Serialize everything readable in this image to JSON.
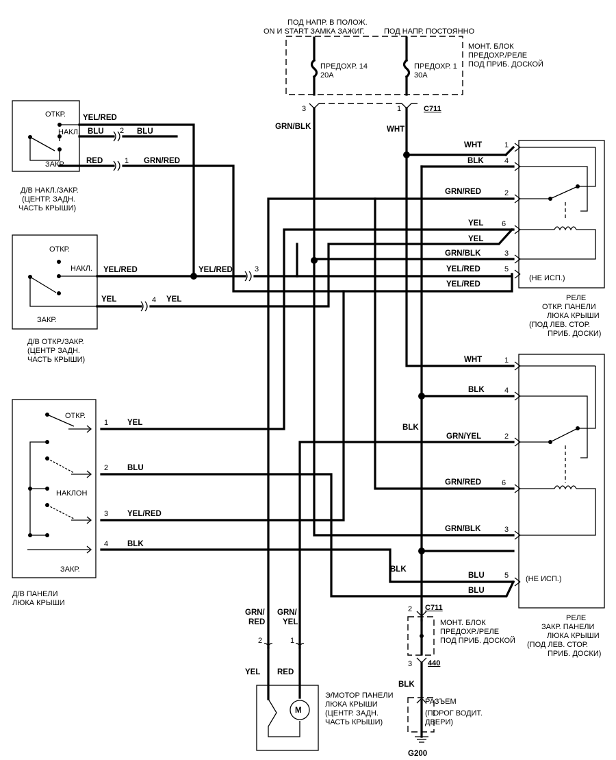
{
  "fuse_block": {
    "source_ign": [
      "ПОД НАПР. В ПОЛОЖ.",
      "ON И START ЗАМКА ЗАЖИГ."
    ],
    "source_const": "ПОД НАПР. ПОСТОЯННО",
    "label": [
      "МОНТ. БЛОК",
      "ПРЕДОХР./РЕЛЕ",
      "ПОД ПРИБ. ДОСКОЙ"
    ],
    "fuse14": [
      "ПРЕДОХР. 14",
      "20А"
    ],
    "fuse1": [
      "ПРЕДОХР. 1",
      "30А"
    ],
    "pin3": "3",
    "pin1": "1",
    "connector": "C711"
  },
  "switch_tilt": {
    "label": [
      "Д/В НАКЛ./ЗАКР.",
      "(ЦЕНТР. ЗАДН.",
      "ЧАСТЬ КРЫШИ)"
    ],
    "open": "ОТКР.",
    "tilt": "НАКЛ.",
    "close": "ЗАКР."
  },
  "switch_open": {
    "label": [
      "Д/В ОТКР./ЗАКР.",
      "(ЦЕНТР ЗАДН.",
      "ЧАСТЬ КРЫШИ)"
    ],
    "open": "ОТКР.",
    "tilt": "НАКЛ.",
    "close": "ЗАКР."
  },
  "switch_panel": {
    "label": [
      "Д/В ПАНЕЛИ",
      "ЛЮКА КРЫШИ"
    ],
    "open": "ОТКР.",
    "tilt": "НАКЛОН",
    "close": "ЗАКР."
  },
  "relay_open": {
    "label": [
      "РЕЛЕ",
      "ОТКР. ПАНЕЛИ",
      "ЛЮКА КРЫШИ",
      "(ПОД ЛЕВ. СТОР.",
      "ПРИБ. ДОСКИ)"
    ],
    "unused": "(НЕ ИСП.)"
  },
  "relay_close": {
    "label": [
      "РЕЛЕ",
      "ЗАКР. ПАНЕЛИ",
      "ЛЮКА КРЫШИ",
      "(ПОД ЛЕВ. СТОР.",
      "ПРИБ. ДОСКИ)"
    ],
    "unused": "(НЕ ИСП.)"
  },
  "motor": {
    "label": [
      "Э/МОТОР ПАНЕЛИ",
      "ЛЮКА КРЫШИ",
      "(ЦЕНТР. ЗАДН.",
      "ЧАСТЬ КРЫШИ)"
    ],
    "symbol": "M"
  },
  "fuse_block2": {
    "label": [
      "МОНТ. БЛОК",
      "ПРЕДОХР./РЕЛЕ",
      "ПОД ПРИБ. ДОСКОЙ"
    ],
    "pin2": "2",
    "pin3": "3",
    "c711": "C711",
    "c440": "440"
  },
  "ground": {
    "label": [
      "РАЗЪЕМ",
      "(ПОРОГ ВОДИТ.",
      "ДВЕРИ)"
    ],
    "wire": "BLK",
    "name": "G200"
  },
  "wires": {
    "yel_red": "YEL/RED",
    "blu": "BLU",
    "red": "RED",
    "grn_red": "GRN/RED",
    "grn_blk": "GRN/BLK",
    "wht": "WHT",
    "blk": "BLK",
    "yel": "YEL",
    "grn_yel": "GRN/YEL",
    "grn_slash": "GRN/",
    "red2": "RED",
    "yel2": "YEL",
    "motor_yel": "YEL",
    "motor_red": "RED"
  },
  "pins": {
    "n1": "1",
    "n2": "2",
    "n3": "3",
    "n4": "4",
    "n5": "5",
    "n6": "6"
  }
}
